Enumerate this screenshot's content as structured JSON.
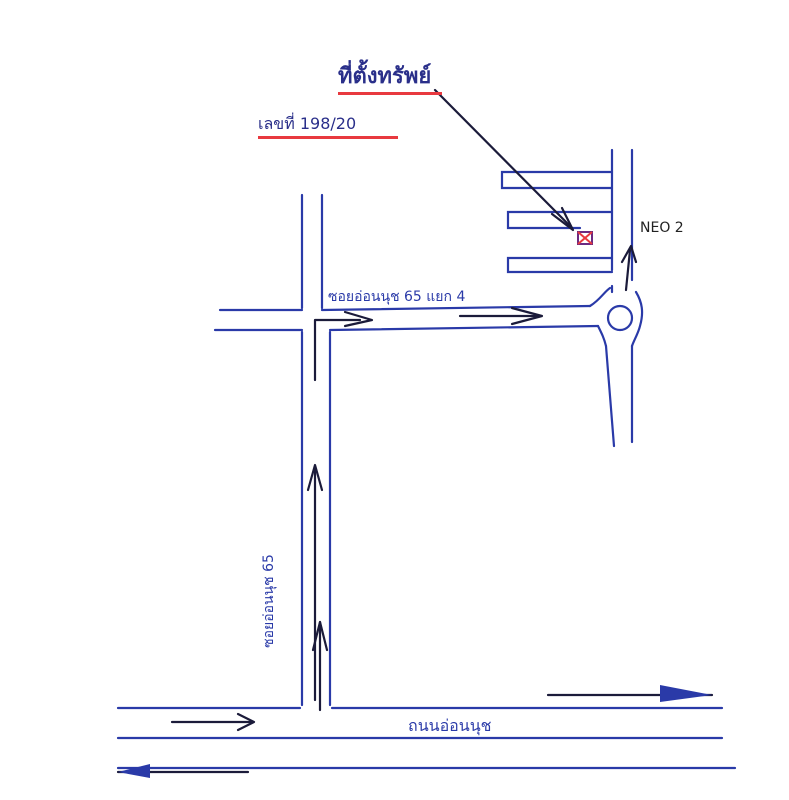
{
  "labels": {
    "property_title": "ที่ตั้งทรัพย์",
    "house_number": "เลขที่ 198/20",
    "neo": "NEO 2",
    "soi_branch": "ซอยอ่อนนุช 65 แยก 4",
    "soi_main": "ซอยอ่อนนุช 65",
    "main_road": "ถนนอ่อนนุช"
  },
  "colors": {
    "road": "#2a3aa8",
    "route": "#1b1b3a",
    "underline": "#e8393f",
    "marker": "#e8393f"
  },
  "icons": {
    "property_marker": "crossed-square-icon",
    "direction": "arrow-icon"
  }
}
